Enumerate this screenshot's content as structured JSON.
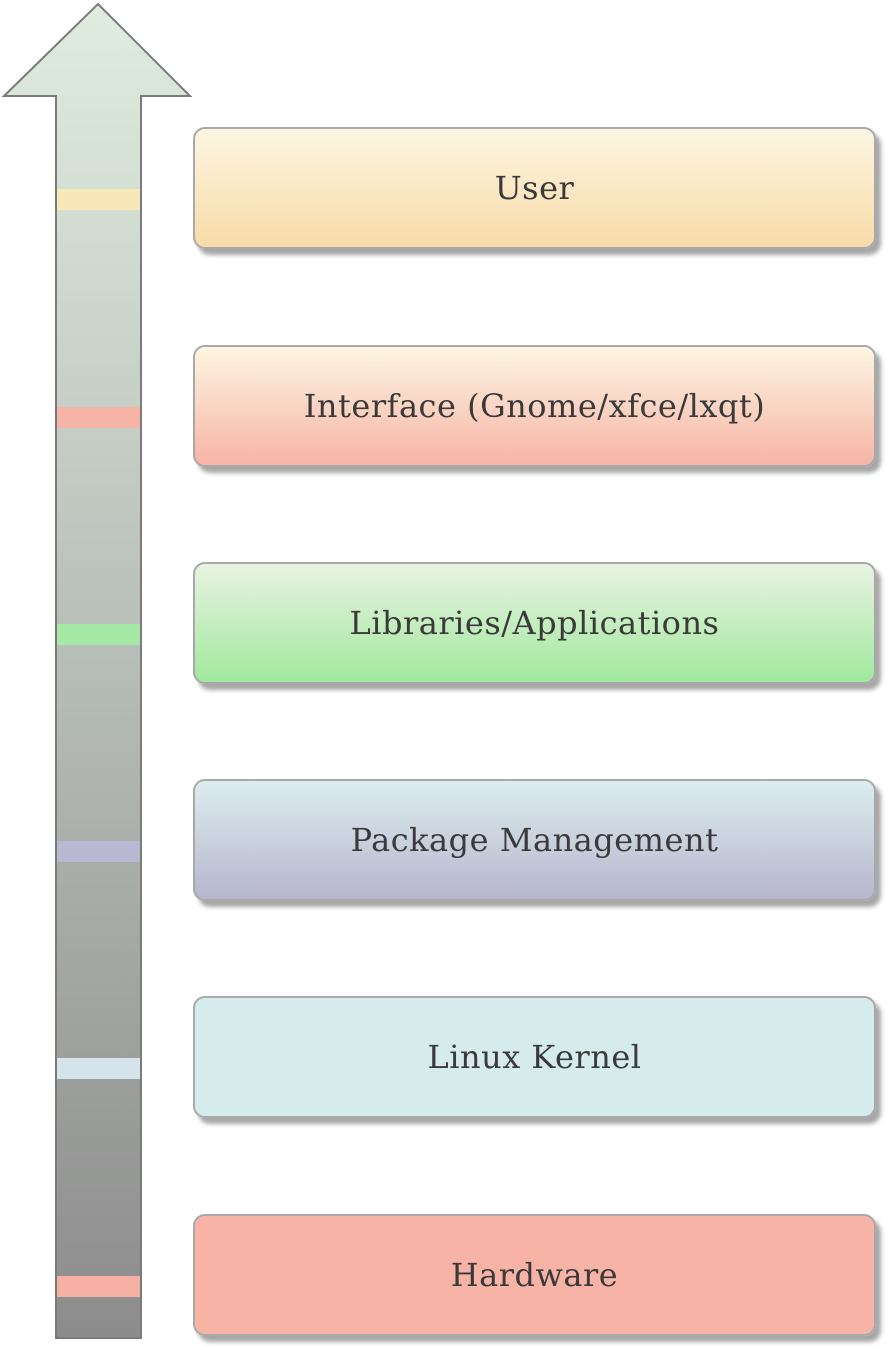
{
  "layers": [
    {
      "label": "User",
      "color_top": "#fdf6e2",
      "color_bottom": "#f8dba8",
      "marker": "#f8e8b8"
    },
    {
      "label": "Interface (Gnome/xfce/lxqt)",
      "color_top": "#fdf6e2",
      "color_bottom": "#f7b4a6",
      "marker": "#f7b4a6"
    },
    {
      "label": "Libraries/Applications",
      "color_top": "#e8f3e2",
      "color_bottom": "#a2e89e",
      "marker": "#a6e9a6"
    },
    {
      "label": "Package Management",
      "color_top": "#dcedf0",
      "color_bottom": "#b6b6cc",
      "marker": "#b8b8d2"
    },
    {
      "label": "Linux Kernel",
      "color_top": "#d6ebec",
      "color_bottom": "#d6ebec",
      "marker": "#d4e4ea"
    },
    {
      "label": "Hardware",
      "color_top": "#f7b4a6",
      "color_bottom": "#f7b4a6",
      "marker": "#f6b0a4"
    }
  ],
  "arrow": {
    "color_top": "#e0ece0",
    "color_bottom": "#8c8c8c",
    "border": "#7a7a7a"
  }
}
